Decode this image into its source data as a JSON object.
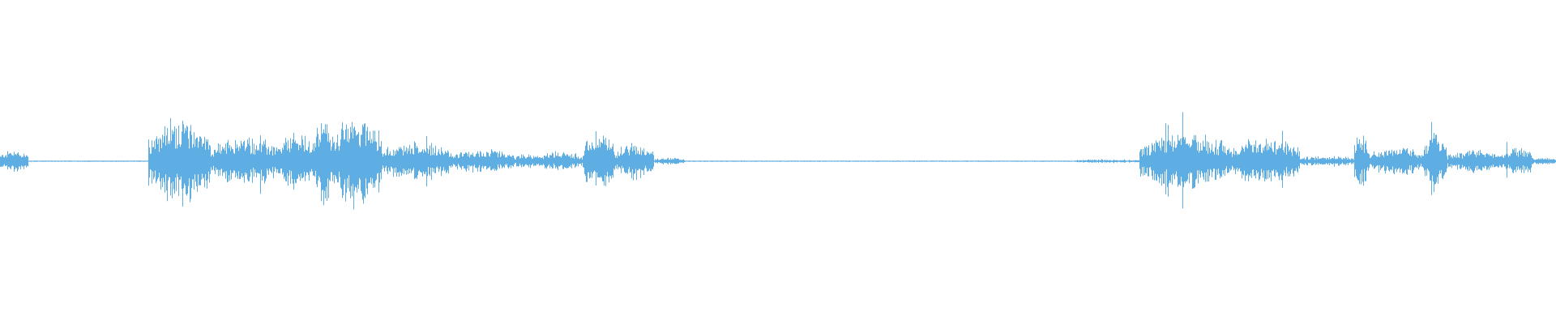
{
  "waveform": {
    "color": "#5faee3",
    "background": "#ffffff",
    "segments": [
      {
        "start": 0.0,
        "end": 0.018,
        "level": 0.12
      },
      {
        "start": 0.018,
        "end": 0.095,
        "level": 0.006
      },
      {
        "start": 0.095,
        "end": 0.135,
        "level": 0.45
      },
      {
        "start": 0.135,
        "end": 0.18,
        "level": 0.25
      },
      {
        "start": 0.18,
        "end": 0.2,
        "level": 0.3
      },
      {
        "start": 0.2,
        "end": 0.215,
        "level": 0.45
      },
      {
        "start": 0.215,
        "end": 0.245,
        "level": 0.5
      },
      {
        "start": 0.245,
        "end": 0.29,
        "level": 0.2
      },
      {
        "start": 0.29,
        "end": 0.33,
        "level": 0.12
      },
      {
        "start": 0.33,
        "end": 0.345,
        "level": 0.08
      },
      {
        "start": 0.345,
        "end": 0.375,
        "level": 0.1
      },
      {
        "start": 0.375,
        "end": 0.395,
        "level": 0.3
      },
      {
        "start": 0.395,
        "end": 0.42,
        "level": 0.2
      },
      {
        "start": 0.42,
        "end": 0.44,
        "level": 0.04
      },
      {
        "start": 0.44,
        "end": 0.69,
        "level": 0.006
      },
      {
        "start": 0.69,
        "end": 0.732,
        "level": 0.02
      },
      {
        "start": 0.732,
        "end": 0.79,
        "level": 0.3
      },
      {
        "start": 0.79,
        "end": 0.835,
        "level": 0.25
      },
      {
        "start": 0.835,
        "end": 0.87,
        "level": 0.06
      },
      {
        "start": 0.87,
        "end": 0.88,
        "level": 0.3
      },
      {
        "start": 0.88,
        "end": 0.915,
        "level": 0.15
      },
      {
        "start": 0.915,
        "end": 0.93,
        "level": 0.3
      },
      {
        "start": 0.93,
        "end": 0.965,
        "level": 0.12
      },
      {
        "start": 0.965,
        "end": 0.985,
        "level": 0.15
      },
      {
        "start": 0.985,
        "end": 1.0,
        "level": 0.04
      }
    ]
  }
}
